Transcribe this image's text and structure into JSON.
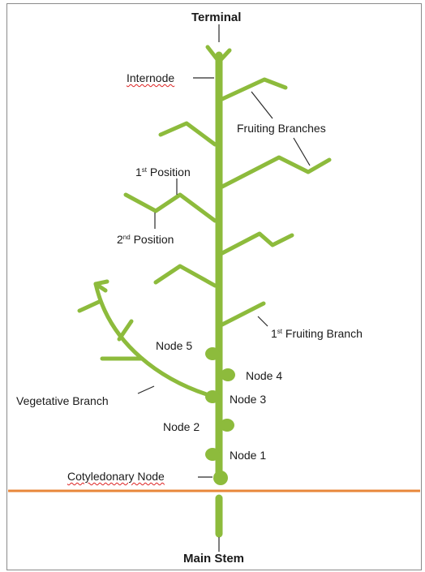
{
  "labels": {
    "terminal": "Terminal",
    "internode": "Internode",
    "fruiting_branches": "Fruiting Branches",
    "first_position_num": "1",
    "first_position_sup": "st",
    "first_position_text": " Position",
    "second_position_num": "2",
    "second_position_sup": "nd",
    "second_position_text": " Position",
    "first_fruiting_num": "1",
    "first_fruiting_sup": "st",
    "first_fruiting_text": " Fruiting Branch",
    "node5": "Node 5",
    "node4": "Node 4",
    "node3": "Node 3",
    "node2": "Node 2",
    "node1": "Node 1",
    "vegetative_branch": "Vegetative Branch",
    "cotyledonary_node": "Cotyledonary Node",
    "main_stem": "Main Stem"
  },
  "colors": {
    "plant": "#8dbb3c",
    "ground": "#e8873a",
    "leader": "#2a2a2a",
    "squiggle": "#dd2222"
  }
}
